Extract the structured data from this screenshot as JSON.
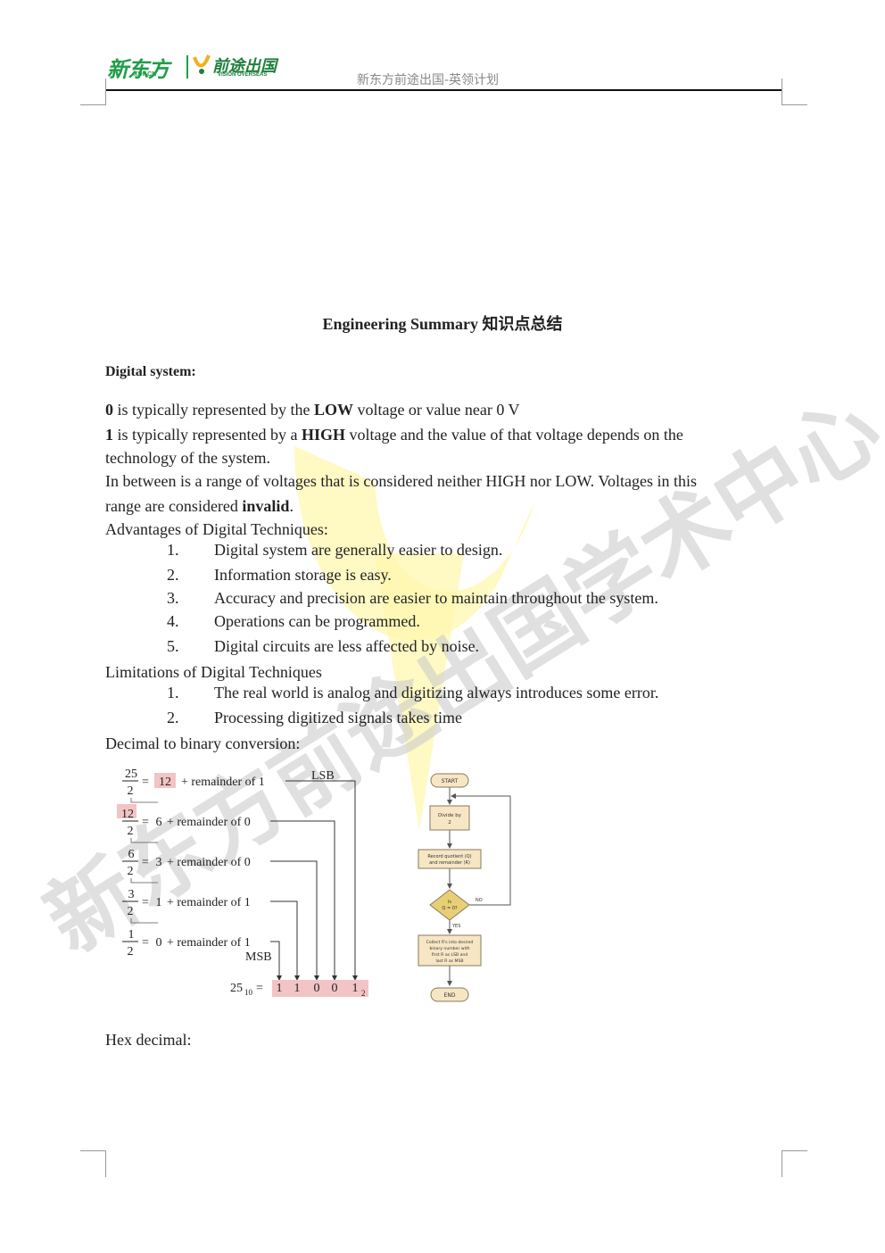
{
  "header": {
    "logo_xdf": "新东方",
    "logo_xdf_domain": "XDF.CN",
    "logo_qiantu": "前途出国",
    "logo_qiantu_sub": "VISION OVERSEAS",
    "subtitle": "新东方前途出国-英领计划"
  },
  "doc": {
    "title": "Engineering Summary 知识点总结",
    "section_heading": "Digital system:",
    "line1": {
      "bold": "0",
      "pre": " is typically represented by the ",
      "bold2": "LOW",
      "post": " voltage or value near 0 V"
    },
    "line2": {
      "bold": "1",
      "pre": " is typically represented by a ",
      "bold2": "HIGH",
      "post": " voltage and the value of that voltage depends on the",
      "cont": "technology of the system."
    },
    "line3": {
      "text": "In between is a range of voltages that is considered neither HIGH nor LOW. Voltages in this",
      "cont_pre": "range are considered ",
      "cont_bold": "invalid",
      "cont_post": "."
    },
    "advantages_heading": "Advantages of Digital Techniques:",
    "advantages": [
      {
        "num": "1.",
        "text": "Digital system are generally easier to design."
      },
      {
        "num": "2.",
        "text": "Information storage is easy."
      },
      {
        "num": "3.",
        "text": "Accuracy and precision are easier to maintain throughout the system."
      },
      {
        "num": "4.",
        "text": "Operations can be programmed."
      },
      {
        "num": "5.",
        "text": "Digital circuits are less affected by noise."
      }
    ],
    "limitations_heading": "Limitations of Digital Techniques",
    "limitations": [
      {
        "num": "1.",
        "text": "The real world is analog and digitizing always introduces some error."
      },
      {
        "num": "2.",
        "text": "Processing digitized signals takes time"
      }
    ],
    "conversion_heading": "Decimal to binary conversion:",
    "hex_heading": "Hex decimal:"
  },
  "division_diagram": {
    "steps": [
      {
        "num": "25",
        "den": "2",
        "quotient": "12",
        "remainder_text": "+ remainder of 1"
      },
      {
        "num": "12",
        "den": "2",
        "quotient": "6",
        "remainder_text": "+ remainder of 0"
      },
      {
        "num": "6",
        "den": "2",
        "quotient": "3",
        "remainder_text": "+ remainder of 0"
      },
      {
        "num": "3",
        "den": "2",
        "quotient": "1",
        "remainder_text": "+ remainder of 1"
      },
      {
        "num": "1",
        "den": "2",
        "quotient": "0",
        "remainder_text": "+ remainder of 1"
      }
    ],
    "lsb_label": "LSB",
    "msb_label": "MSB",
    "result_lhs": "25",
    "result_lhs_sub": "10",
    "result_bits": [
      "1",
      "1",
      "0",
      "0",
      "1"
    ],
    "result_sub": "2",
    "colors": {
      "highlight": "#f2c4c4"
    }
  },
  "flowchart": {
    "start": "START",
    "divide": [
      "Divide by",
      "2"
    ],
    "record": [
      "Record quotient (Q)",
      "and remainder (R)"
    ],
    "decision": [
      "Is",
      "Q = 0?"
    ],
    "no": "NO",
    "yes": "YES",
    "collect": [
      "Collect R's into desired",
      "binary number with",
      "first R as LSB and",
      "last R as MSB"
    ],
    "end": "END",
    "colors": {
      "box": "#f7e6c4",
      "decision": "#e8cf77",
      "stroke": "#8a7a5a"
    }
  },
  "watermark": {
    "text": "新东方前途出国学术中心",
    "color": "#bdbdbd",
    "accent": "#fff08a"
  }
}
